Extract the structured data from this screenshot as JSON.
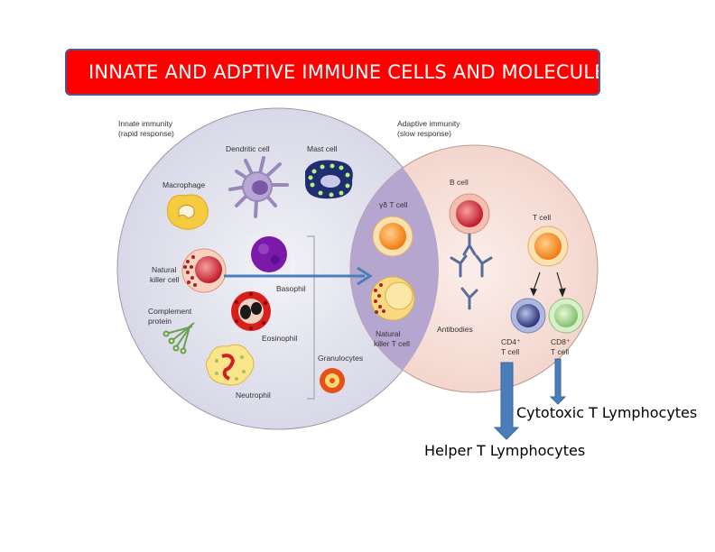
{
  "title": "INNATE AND ADPTIVE IMMUNE CELLS AND  MOLECULES",
  "diagram": {
    "innate": {
      "heading": "Innate immunity",
      "subheading": "(rapid response)"
    },
    "adaptive": {
      "heading": "Adaptive immunity",
      "subheading": "(slow response)"
    },
    "cells": {
      "dendritic": "Dendritic cell",
      "mast": "Mast cell",
      "macrophage": "Macrophage",
      "nk1": "Natural",
      "nk2": "killer cell",
      "basophil": "Basophil",
      "complement1": "Complement",
      "complement2": "protein",
      "eosinophil": "Eosinophil",
      "neutrophil": "Neutrophil",
      "granulocytes": "Granulocytes",
      "gdt": "γδ T cell",
      "nkt1": "Natural",
      "nkt2": "killer T cell",
      "bcell": "B cell",
      "antibodies": "Antibodies",
      "tcell": "T cell",
      "cd4a": "CD4⁺",
      "cd4b": "T cell",
      "cd8a": "CD8⁺",
      "cd8b": "T cell"
    },
    "colors": {
      "title_bg": "#ff0000",
      "arrow": "#4a7ebb",
      "innate_circle": "#e2e2ee",
      "adaptive_circle": "#f8e2dc",
      "overlap": "#b4a6cf"
    }
  },
  "annotations": {
    "cytotoxic": "Cytotoxic T Lymphocytes",
    "helper": "Helper T Lymphocytes"
  }
}
